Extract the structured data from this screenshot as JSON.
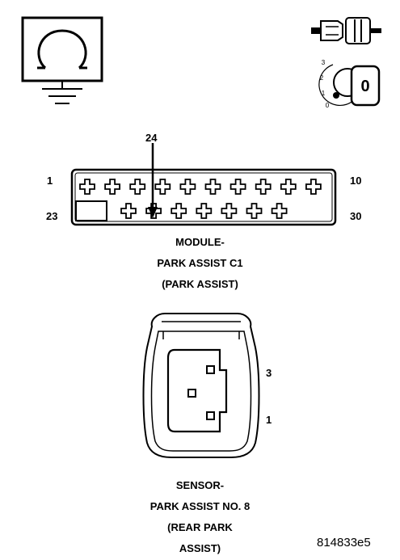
{
  "ohmmeter_icon": "ohmmeter-ground-icon",
  "probe_icon": "test-probe-icon",
  "ignition_key_icon": "ignition-key-switch-icon",
  "ignition": {
    "positions": [
      "3",
      "2",
      "1",
      "0"
    ],
    "key_label": "0"
  },
  "module_connector": {
    "pin_callout": "24",
    "top_row_left": "1",
    "top_row_right": "10",
    "bottom_row_left": "23",
    "bottom_row_right": "30",
    "top_row_terminals": 10,
    "bottom_row_terminals": 7,
    "caption": [
      "MODULE-",
      "PARK ASSIST C1",
      "(PARK ASSIST)"
    ]
  },
  "sensor_connector": {
    "pin_upper": "3",
    "pin_lower": "1",
    "caption": [
      "SENSOR-",
      "PARK ASSIST NO. 8",
      "(REAR PARK",
      "ASSIST)"
    ]
  },
  "figure_id": "814833e5"
}
